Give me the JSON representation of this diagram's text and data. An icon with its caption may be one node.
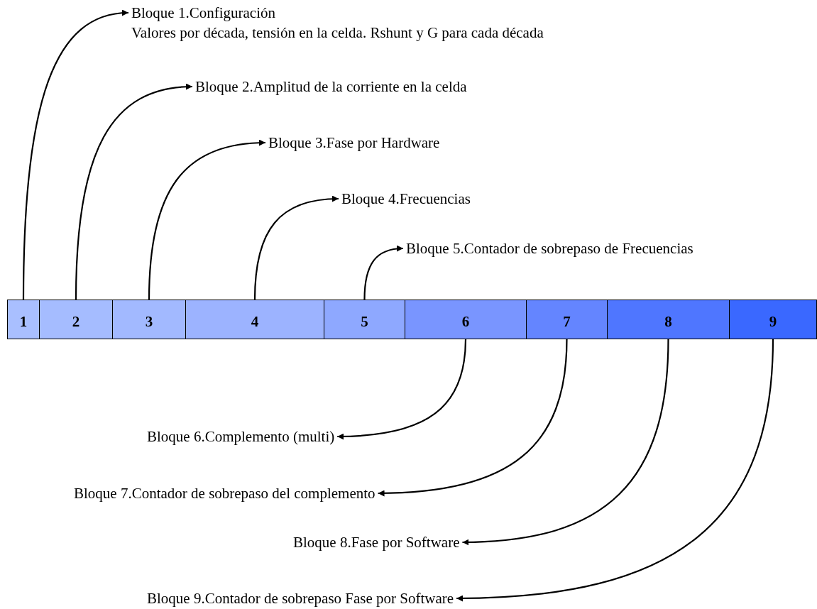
{
  "diagram": {
    "nodes": [
      {
        "text": [
          "1"
        ]
      },
      {
        "text": [
          "2"
        ]
      },
      {
        "text": [
          "3"
        ]
      },
      {
        "text": [
          "4"
        ]
      },
      {
        "text": [
          "5"
        ]
      },
      {
        "text": [
          "6"
        ]
      },
      {
        "text": [
          "7"
        ]
      },
      {
        "text": [
          "8"
        ]
      },
      {
        "text": [
          "9"
        ]
      },
      {
        "text": [
          "Bloque 1.Configuración",
          "Valores por década, tensión en la celda. Rshunt y G para cada década"
        ]
      },
      {
        "text": [
          "Bloque 2.Amplitud de la corriente en la celda"
        ]
      },
      {
        "text": [
          "Bloque 3.Fase por Hardware"
        ]
      },
      {
        "text": [
          "Bloque 4.Frecuencias"
        ]
      },
      {
        "text": [
          "Bloque 5.Contador de sobrepaso de Frecuencias"
        ]
      },
      {
        "text": [
          "Bloque 6.Complemento (multi)"
        ]
      },
      {
        "text": [
          "Bloque 7.Contador de sobrepaso del complemento"
        ]
      },
      {
        "text": [
          "Bloque 8.Fase por Software"
        ]
      },
      {
        "text": [
          "Bloque 9.Contador de sobrepaso Fase por Software"
        ]
      }
    ],
    "edges": [
      {
        "from": 0,
        "to": 9,
        "arrow": "to"
      },
      {
        "from": 1,
        "to": 10,
        "arrow": "to"
      },
      {
        "from": 2,
        "to": 11,
        "arrow": "to"
      },
      {
        "from": 3,
        "to": 12,
        "arrow": "to"
      },
      {
        "from": 4,
        "to": 13,
        "arrow": "to"
      },
      {
        "from": 5,
        "to": 14,
        "arrow": "to"
      },
      {
        "from": 6,
        "to": 15,
        "arrow": "to"
      },
      {
        "from": 7,
        "to": 16,
        "arrow": "to"
      },
      {
        "from": 8,
        "to": 17,
        "arrow": "to"
      }
    ]
  }
}
